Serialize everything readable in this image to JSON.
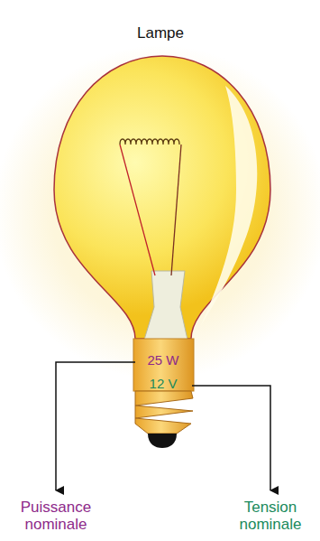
{
  "diagram": {
    "labels": [
      "Lampe",
      "25 W",
      "12 V",
      "Puissance nominale",
      "Tension nominale"
    ]
  }
}
